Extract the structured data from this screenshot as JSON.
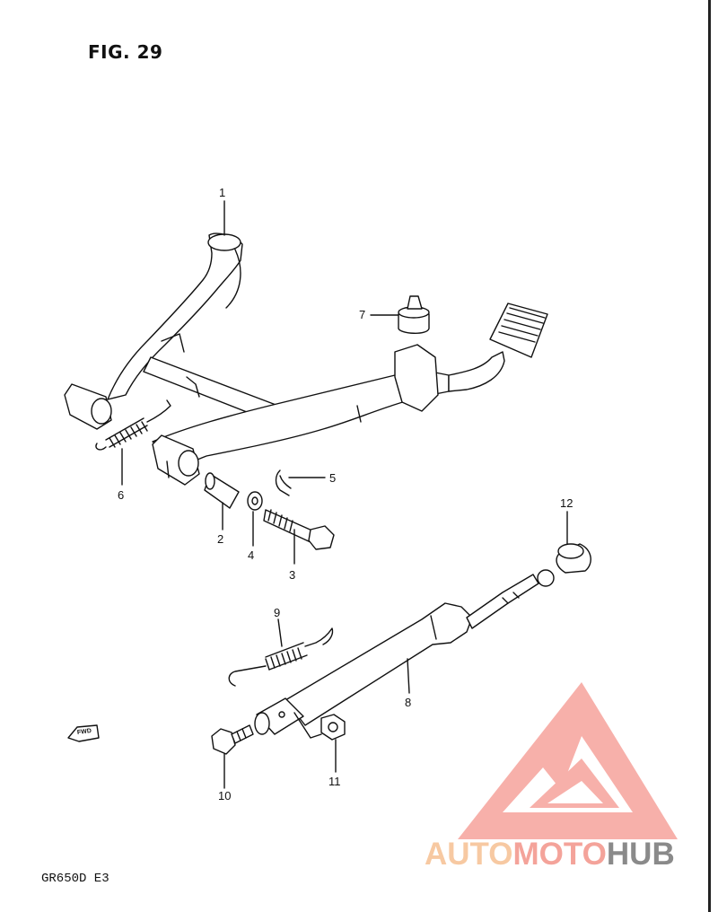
{
  "figure": {
    "title": "FIG. 29",
    "model_code": "GR650D E3"
  },
  "callouts": [
    {
      "id": "1",
      "label": "1"
    },
    {
      "id": "2",
      "label": "2"
    },
    {
      "id": "3",
      "label": "3"
    },
    {
      "id": "4",
      "label": "4"
    },
    {
      "id": "5",
      "label": "5"
    },
    {
      "id": "6",
      "label": "6"
    },
    {
      "id": "7",
      "label": "7"
    },
    {
      "id": "8",
      "label": "8"
    },
    {
      "id": "9",
      "label": "9"
    },
    {
      "id": "10",
      "label": "10"
    },
    {
      "id": "11",
      "label": "11"
    },
    {
      "id": "12",
      "label": "12"
    }
  ],
  "fwd_arrow": {
    "label": "FWD"
  },
  "watermark": {
    "part1": "AUTO",
    "part2": "MOTO",
    "part3": "HUB",
    "colors": {
      "auto": "#f7c9a2",
      "moto": "#f4a39a",
      "hub": "#8a8a8a",
      "logo": "#f6a39c"
    }
  }
}
